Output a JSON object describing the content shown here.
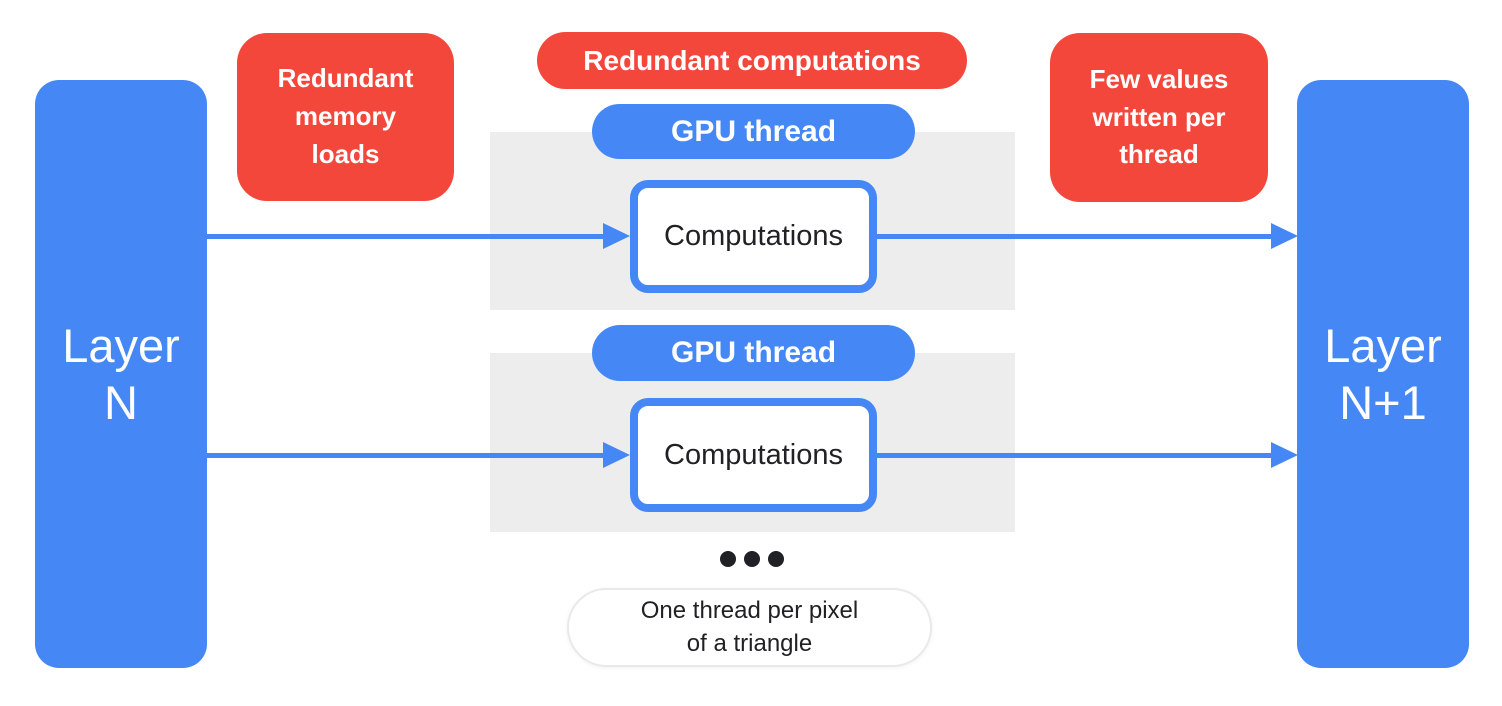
{
  "colors": {
    "blue": "#4588F5",
    "red": "#F3473C",
    "gray": "#EDEDED",
    "text_dark": "#202124",
    "white": "#FFFFFF",
    "pill_border": "#E9E9E9"
  },
  "diagram": {
    "layer_n": "Layer\nN",
    "layer_n1": "Layer\nN+1",
    "badge_memory": "Redundant\nmemory\nloads",
    "badge_compute": "Redundant computations",
    "badge_values": "Few values\nwritten per\nthread",
    "threads": [
      {
        "pill": "GPU thread",
        "box": "Computations"
      },
      {
        "pill": "GPU thread",
        "box": "Computations"
      }
    ],
    "ellipsis_icon": "more-threads-ellipsis",
    "note": "One thread per pixel\nof a triangle"
  }
}
